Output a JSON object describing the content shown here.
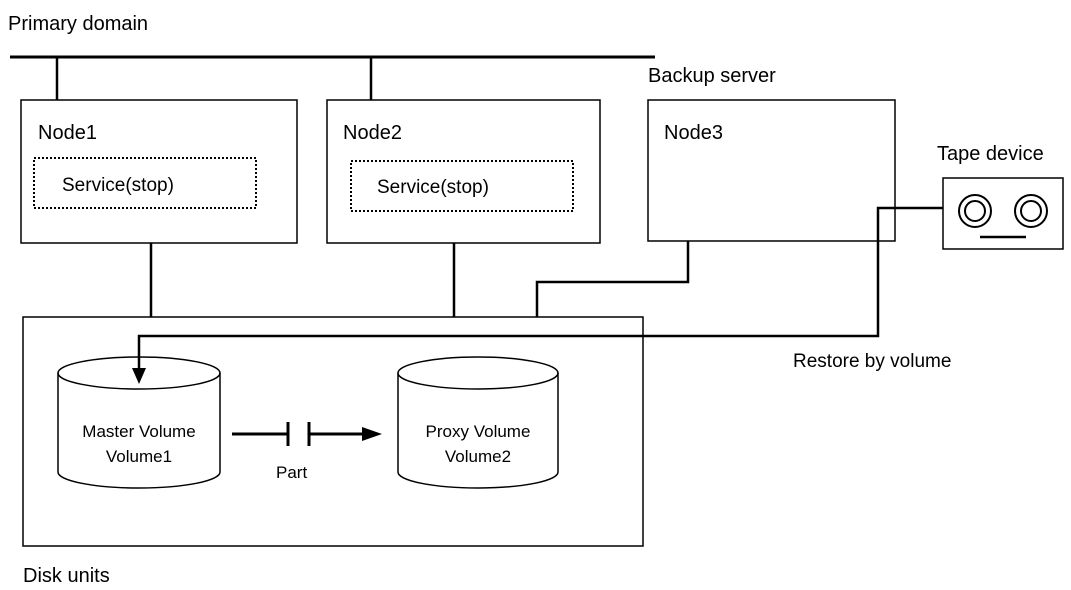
{
  "labels": {
    "primary_domain": "Primary domain",
    "backup_server": "Backup server",
    "tape_device": "Tape device",
    "restore_by_volume": "Restore by volume",
    "disk_units": "Disk units",
    "part": "Part"
  },
  "nodes": [
    {
      "name": "Node1",
      "service": "Service(stop)"
    },
    {
      "name": "Node2",
      "service": "Service(stop)"
    },
    {
      "name": "Node3"
    }
  ],
  "volumes": {
    "master": {
      "line1": "Master Volume",
      "line2": "Volume1"
    },
    "proxy": {
      "line1": "Proxy Volume",
      "line2": "Volume2"
    }
  },
  "tape_icon": "tape-reels-icon"
}
